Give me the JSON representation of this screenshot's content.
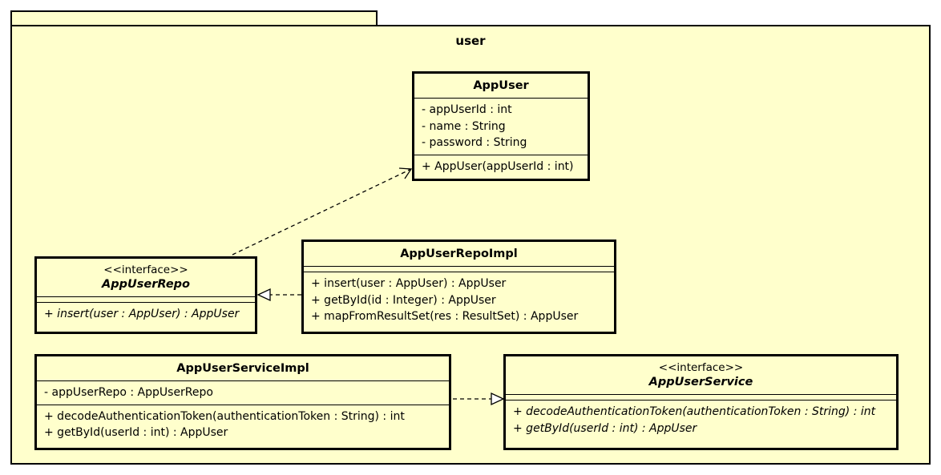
{
  "package": {
    "name": "user"
  },
  "classes": {
    "app_user": {
      "name": "AppUser",
      "attributes": [
        "- appUserId : int",
        "- name : String",
        "- password : String"
      ],
      "operations": [
        "+ AppUser(appUserId : int)"
      ]
    },
    "app_user_repo": {
      "stereotype": "<<interface>>",
      "name": "AppUserRepo",
      "operations": [
        "+ insert(user : AppUser) : AppUser"
      ]
    },
    "app_user_repo_impl": {
      "name": "AppUserRepoImpl",
      "operations": [
        "+ insert(user : AppUser) : AppUser",
        "+ getById(id : Integer) : AppUser",
        "+ mapFromResultSet(res : ResultSet) : AppUser"
      ]
    },
    "app_user_service_impl": {
      "name": "AppUserServiceImpl",
      "attributes": [
        "- appUserRepo : AppUserRepo"
      ],
      "operations": [
        "+ decodeAuthenticationToken(authenticationToken : String) : int",
        "+ getById(userId : int) : AppUser"
      ]
    },
    "app_user_service": {
      "stereotype": "<<interface>>",
      "name": "AppUserService",
      "operations": [
        "+ decodeAuthenticationToken(authenticationToken : String) : int",
        "+ getById(userId : int) : AppUser"
      ]
    }
  }
}
